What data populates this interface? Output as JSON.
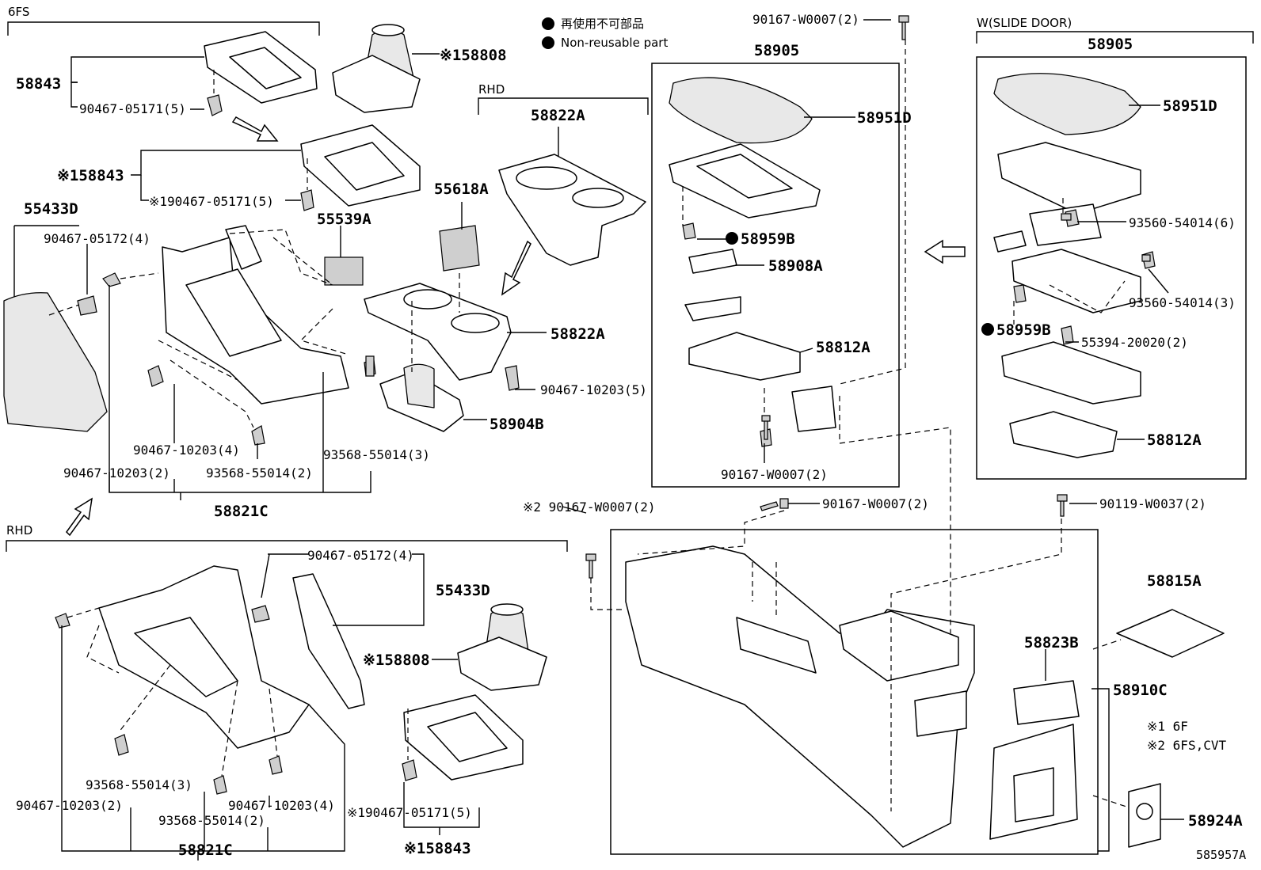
{
  "diagram_id": "585957A",
  "legend": {
    "non_reusable_jp": "再使用不可部品",
    "non_reusable_en": "Non-reusable part"
  },
  "notes": {
    "n1": "※1 6F",
    "n2": "※2 6FS,CVT"
  },
  "sections": {
    "fs6": "6FS",
    "rhd_top": "RHD",
    "rhd_bottom": "RHD",
    "slide_door": "W(SLIDE DOOR)"
  },
  "labels": {
    "p58843": "58843",
    "p90467_05171_a": "90467-05171(5)",
    "p58808_a": "※158808",
    "p58843_b": "※158843",
    "p90467_05171_b": "※190467-05171(5)",
    "p55433D_a": "55433D",
    "p90467_05172_a": "90467-05172(4)",
    "p55539A": "55539A",
    "p55618A": "55618A",
    "p58822A_top": "58822A",
    "p58822A_mid": "58822A",
    "p90467_10203_5": "90467-10203(5)",
    "p58904B": "58904B",
    "p90467_10203_4_a": "90467-10203(4)",
    "p93568_55014_3_a": "93568-55014(3)",
    "p90467_10203_2_a": "90467-10203(2)",
    "p93568_55014_2_a": "93568-55014(2)",
    "p58821C_a": "58821C",
    "p90167_w0007_top": "90167-W0007(2)",
    "p58905_a": "58905",
    "p58951D_a": "58951D",
    "p58959B_a": "58959B",
    "p58908A": "58908A",
    "p58812A_a": "58812A",
    "p90167_w0007_box": "90167-W0007(2)",
    "p58905_b": "58905",
    "p58951D_b": "58951D",
    "p93560_54014_6": "93560-54014(6)",
    "p93560_54014_3": "93560-54014(3)",
    "p58959B_b": "58959B",
    "p55394_20020": "55394-20020(2)",
    "p58812A_b": "58812A",
    "p90167_w0007_n2": "※2 90167-W0007(2)",
    "p90167_w0007_mid": "90167-W0007(2)",
    "p90119_w0037": "90119-W0037(2)",
    "p90467_05172_b": "90467-05172(4)",
    "p55433D_b": "55433D",
    "p58808_b": "※158808",
    "p58815A": "58815A",
    "p58823B": "58823B",
    "p58910C": "58910C",
    "p93568_55014_3_b": "93568-55014(3)",
    "p90467_10203_2_b": "90467-10203(2)",
    "p93568_55014_2_b": "93568-55014(2)",
    "p90467_10203_4_b": "90467-10203(4)",
    "p90467_05171_c": "※190467-05171(5)",
    "p58843_c": "※158843",
    "p58821C_b": "58821C",
    "p58924A": "58924A"
  }
}
